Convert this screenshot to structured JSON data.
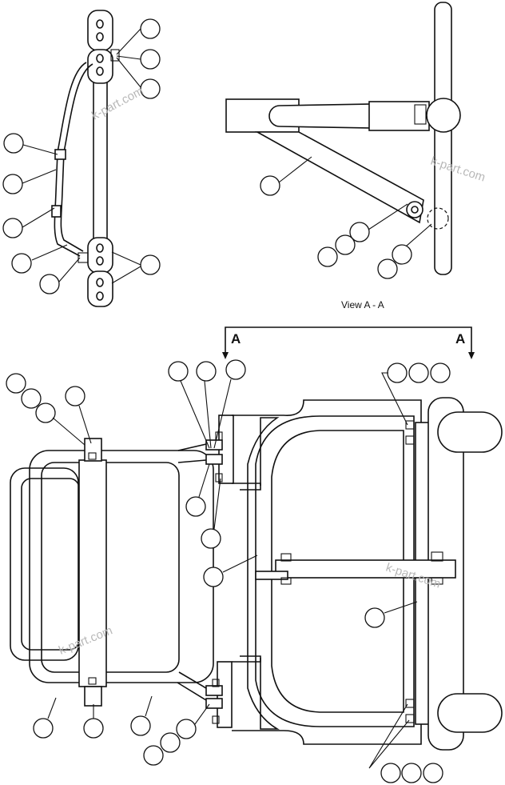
{
  "view_title": "View A - A",
  "section_markers": {
    "left": "A",
    "right": "A"
  },
  "watermark": "k-part.com"
}
